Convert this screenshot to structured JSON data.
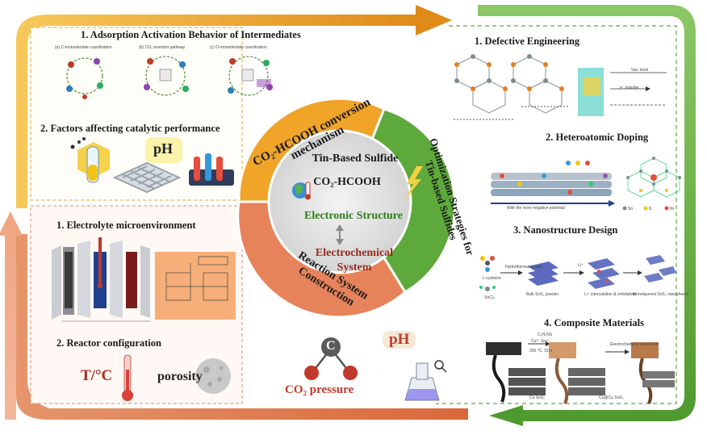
{
  "colors": {
    "orange": "#f0a428",
    "green": "#5ea93c",
    "salmon": "#e7835a",
    "dark_red": "#c0392b"
  },
  "top_left": {
    "title": "1. Adsorption Activation Behavior of Intermediates",
    "sub_a": "(a) C-monodentate coordination",
    "sub_b": "(b) CO₂ insertion pathway",
    "sub_c": "(c) O-monodentate coordination",
    "factors_title": "2. Factors affecting catalytic performance",
    "ph_label": "pH"
  },
  "bottom_left": {
    "electrolyte_title": "1. Electrolyte microenvironment",
    "reactor_title": "2. Reactor configuration",
    "temp_label": "T/°C",
    "porosity_label": "porosity",
    "co2_pressure_label": "CO₂ pressure",
    "ph_label": "pH"
  },
  "right": {
    "defective_title": "1. Defective Engineering",
    "doping_title": "2. Heteroatomic Doping",
    "nano_title": "3. Nanostructure Design",
    "composite_title": "4. Composite Materials",
    "vac_level": "Vac. level",
    "e_transfer": "e⁻ transfer",
    "nano_l_cysteine": "L-cysteine",
    "nano_sncl4": "SnCl₄",
    "nano_hydro": "Hydrothermal growth",
    "nano_bulk": "Bulk SnS₂ powder",
    "nano_inter": "Li⁺ intercalation & exfoliation",
    "nano_mono": "Monolayered SnS₂ nanosheets",
    "nano_li": "Li⁺",
    "dope_potential": "With the more negative potential",
    "dope_sn": "Sn",
    "dope_s": "S",
    "dope_ni": "Ni",
    "comp_formula": "C₂H₅NS",
    "comp_ions": "Cu²⁺ Sn²⁺",
    "comp_cond": "200 °C, 15 h",
    "comp_electro": "Electrochemical deposition",
    "comp_left": "Cu SnS₂",
    "comp_right": "Cu@Cu SnS₂"
  },
  "center": {
    "top_band": "CO₂-HCOOH conversion mechanism",
    "right_band": "Optimization Strategies for Tin-based Sulfides",
    "bottom_band": "Reaction System Construction",
    "line1": "Tin-Based Sulfide",
    "line2": "CO₂-HCOOH",
    "line3": "Electronic Structure",
    "line4a": "Electrochemical",
    "line4b": "System"
  }
}
